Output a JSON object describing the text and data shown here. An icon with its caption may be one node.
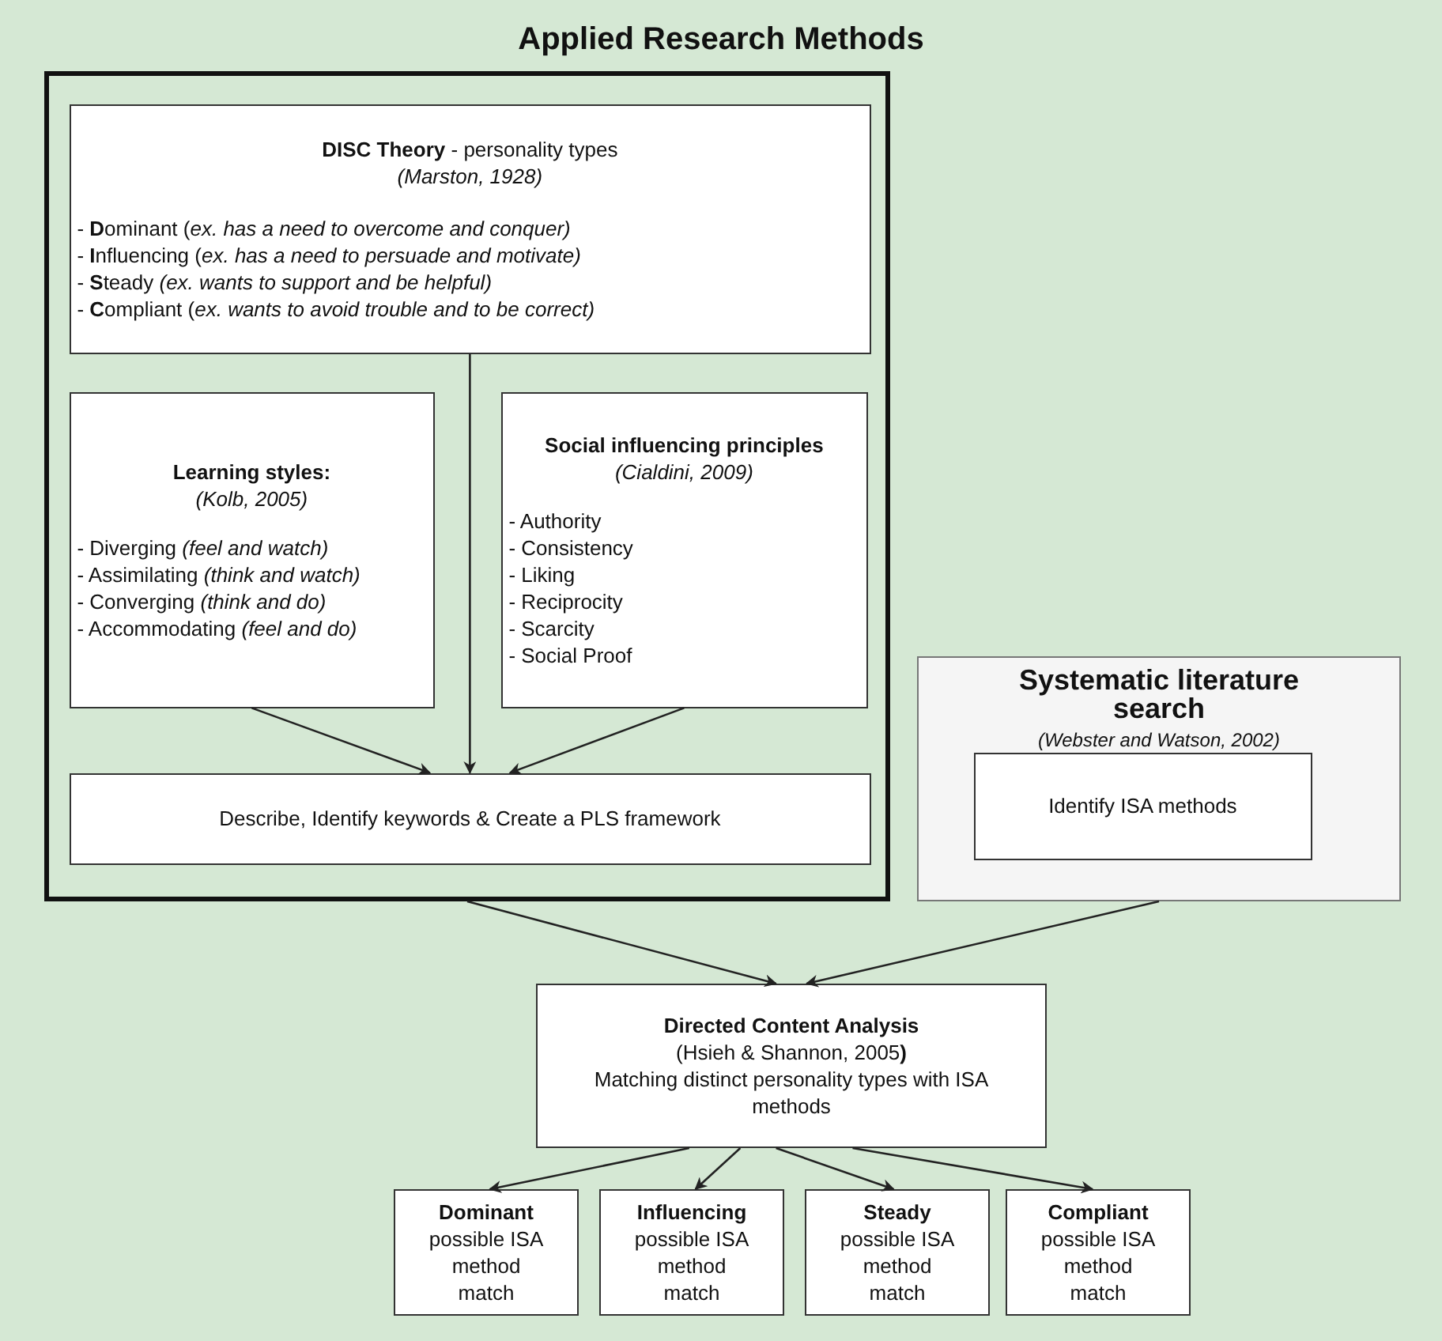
{
  "diagram": {
    "title": "Applied Research Methods",
    "nodes": [
      {
        "text": [],
        "shape": "box"
      },
      {
        "text": [
          "**DISC Theory** - personality types",
          "(Marston, 1928)",
          "- **D**ominant (*ex. has a need to overcome and conquer)*",
          "- **I**nfluencing (*ex. has a need to persuade and motivate)*",
          "- **S**teady *(ex. wants to support and be helpful)*",
          "- **C**ompliant (*ex. wants to avoid trouble and to be correct)*"
        ],
        "in": 0
      },
      {
        "text": [
          "Learning styles:",
          "(Kolb, 2005)",
          "- Diverging *(feel and watch)*",
          "- Assimilating *(think and watch)*",
          "- Converging *(think and do)*",
          "- Accommodating *(feel and do)*"
        ],
        "in": 0
      },
      {
        "text": [
          "Social influencing principles",
          "(Cialdini, 2009)",
          "- Authority",
          "- Consistency",
          "- Liking",
          "- Reciprocity",
          "- Scarcity",
          "- Social Proof"
        ],
        "in": 0
      },
      {
        "text": [
          "Describe, Identify keywords & Create a PLS framework"
        ],
        "in": 0
      },
      {
        "text": [
          "Systematic literature search",
          "(Webster and Watson, 2002)"
        ]
      },
      {
        "text": [
          "Identify ISA methods"
        ],
        "in": 5
      },
      {
        "text": [
          "Directed Content Analysis",
          "(Hsieh & Shannon, 2005**)**",
          "Matching distinct personality types with ISA methods"
        ]
      },
      {
        "text": [
          "Dominant",
          "possible ISA method match"
        ]
      },
      {
        "text": [
          "Influencing",
          "possible ISA method match"
        ]
      },
      {
        "text": [
          "Steady",
          "possible ISA method match"
        ]
      },
      {
        "text": [
          "Compliant",
          "possible ISA method match"
        ]
      }
    ],
    "edges": [
      {
        "from": 1,
        "to": 4,
        "arrow": "to"
      },
      {
        "from": 2,
        "to": 4,
        "arrow": "to"
      },
      {
        "from": 3,
        "to": 4,
        "arrow": "to"
      },
      {
        "from": 0,
        "to": 7,
        "arrow": "to"
      },
      {
        "from": 5,
        "to": 7,
        "arrow": "to"
      },
      {
        "from": 7,
        "to": 8,
        "arrow": "to"
      },
      {
        "from": 7,
        "to": 9,
        "arrow": "to"
      },
      {
        "from": 7,
        "to": 10,
        "arrow": "to"
      },
      {
        "from": 7,
        "to": 11,
        "arrow": "to"
      }
    ]
  }
}
